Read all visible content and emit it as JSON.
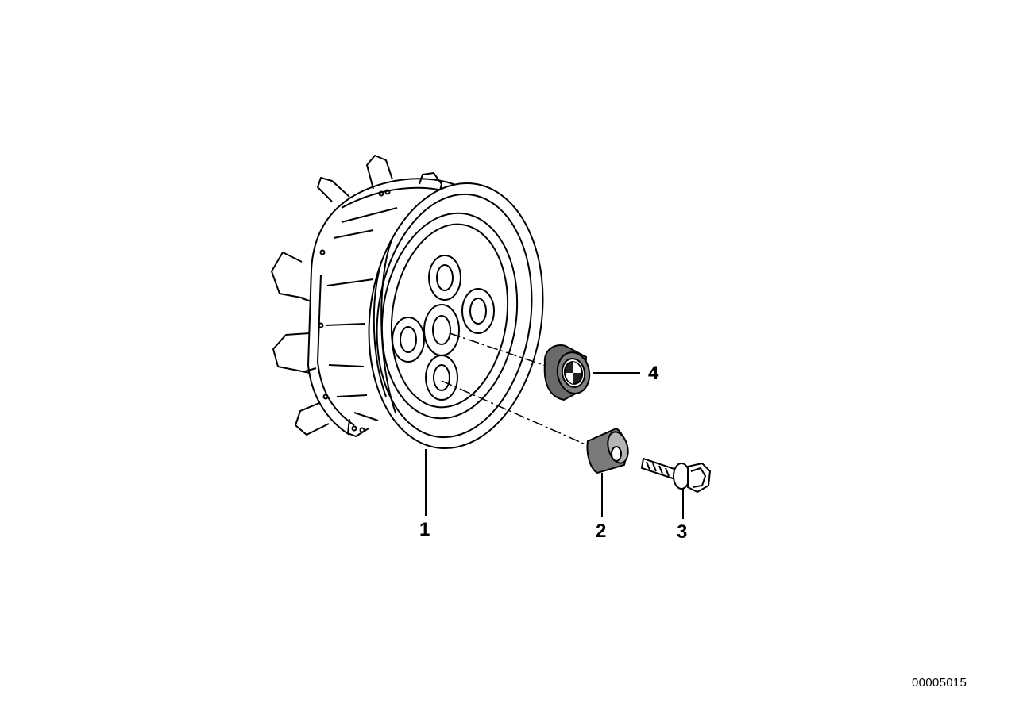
{
  "diagram": {
    "callouts": {
      "part_1": "1",
      "part_2": "2",
      "part_3": "3",
      "part_4": "4"
    },
    "document_number": "00005015"
  }
}
